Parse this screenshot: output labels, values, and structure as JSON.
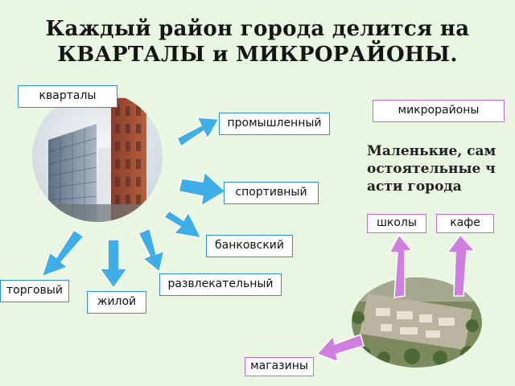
{
  "title": {
    "line1": "Каждый район города делится на",
    "line2": "КВАРТАЛЫ  и МИКРОРАЙОНЫ."
  },
  "left_header": "кварталы",
  "right_header": "микрорайоны",
  "description": "Маленькие, самостоятельные части города",
  "kvartal_types": {
    "industrial": "промышленный",
    "sports": "спортивный",
    "banking": "банковский",
    "entertainment": "развлекательный",
    "trade": "торговый",
    "residential": "жилой"
  },
  "mikrorayon_parts": {
    "schools": "школы",
    "cafe": "кафе",
    "shops": "магазины"
  },
  "colors": {
    "background": "#e9f6e2",
    "blue_arrow": "#40aee6",
    "purple_arrow": "#d07ee0",
    "blue_border": "#2f8fd8",
    "purple_border": "#c469d6"
  },
  "images": [
    "buildings-photo",
    "aerial-district-photo"
  ]
}
